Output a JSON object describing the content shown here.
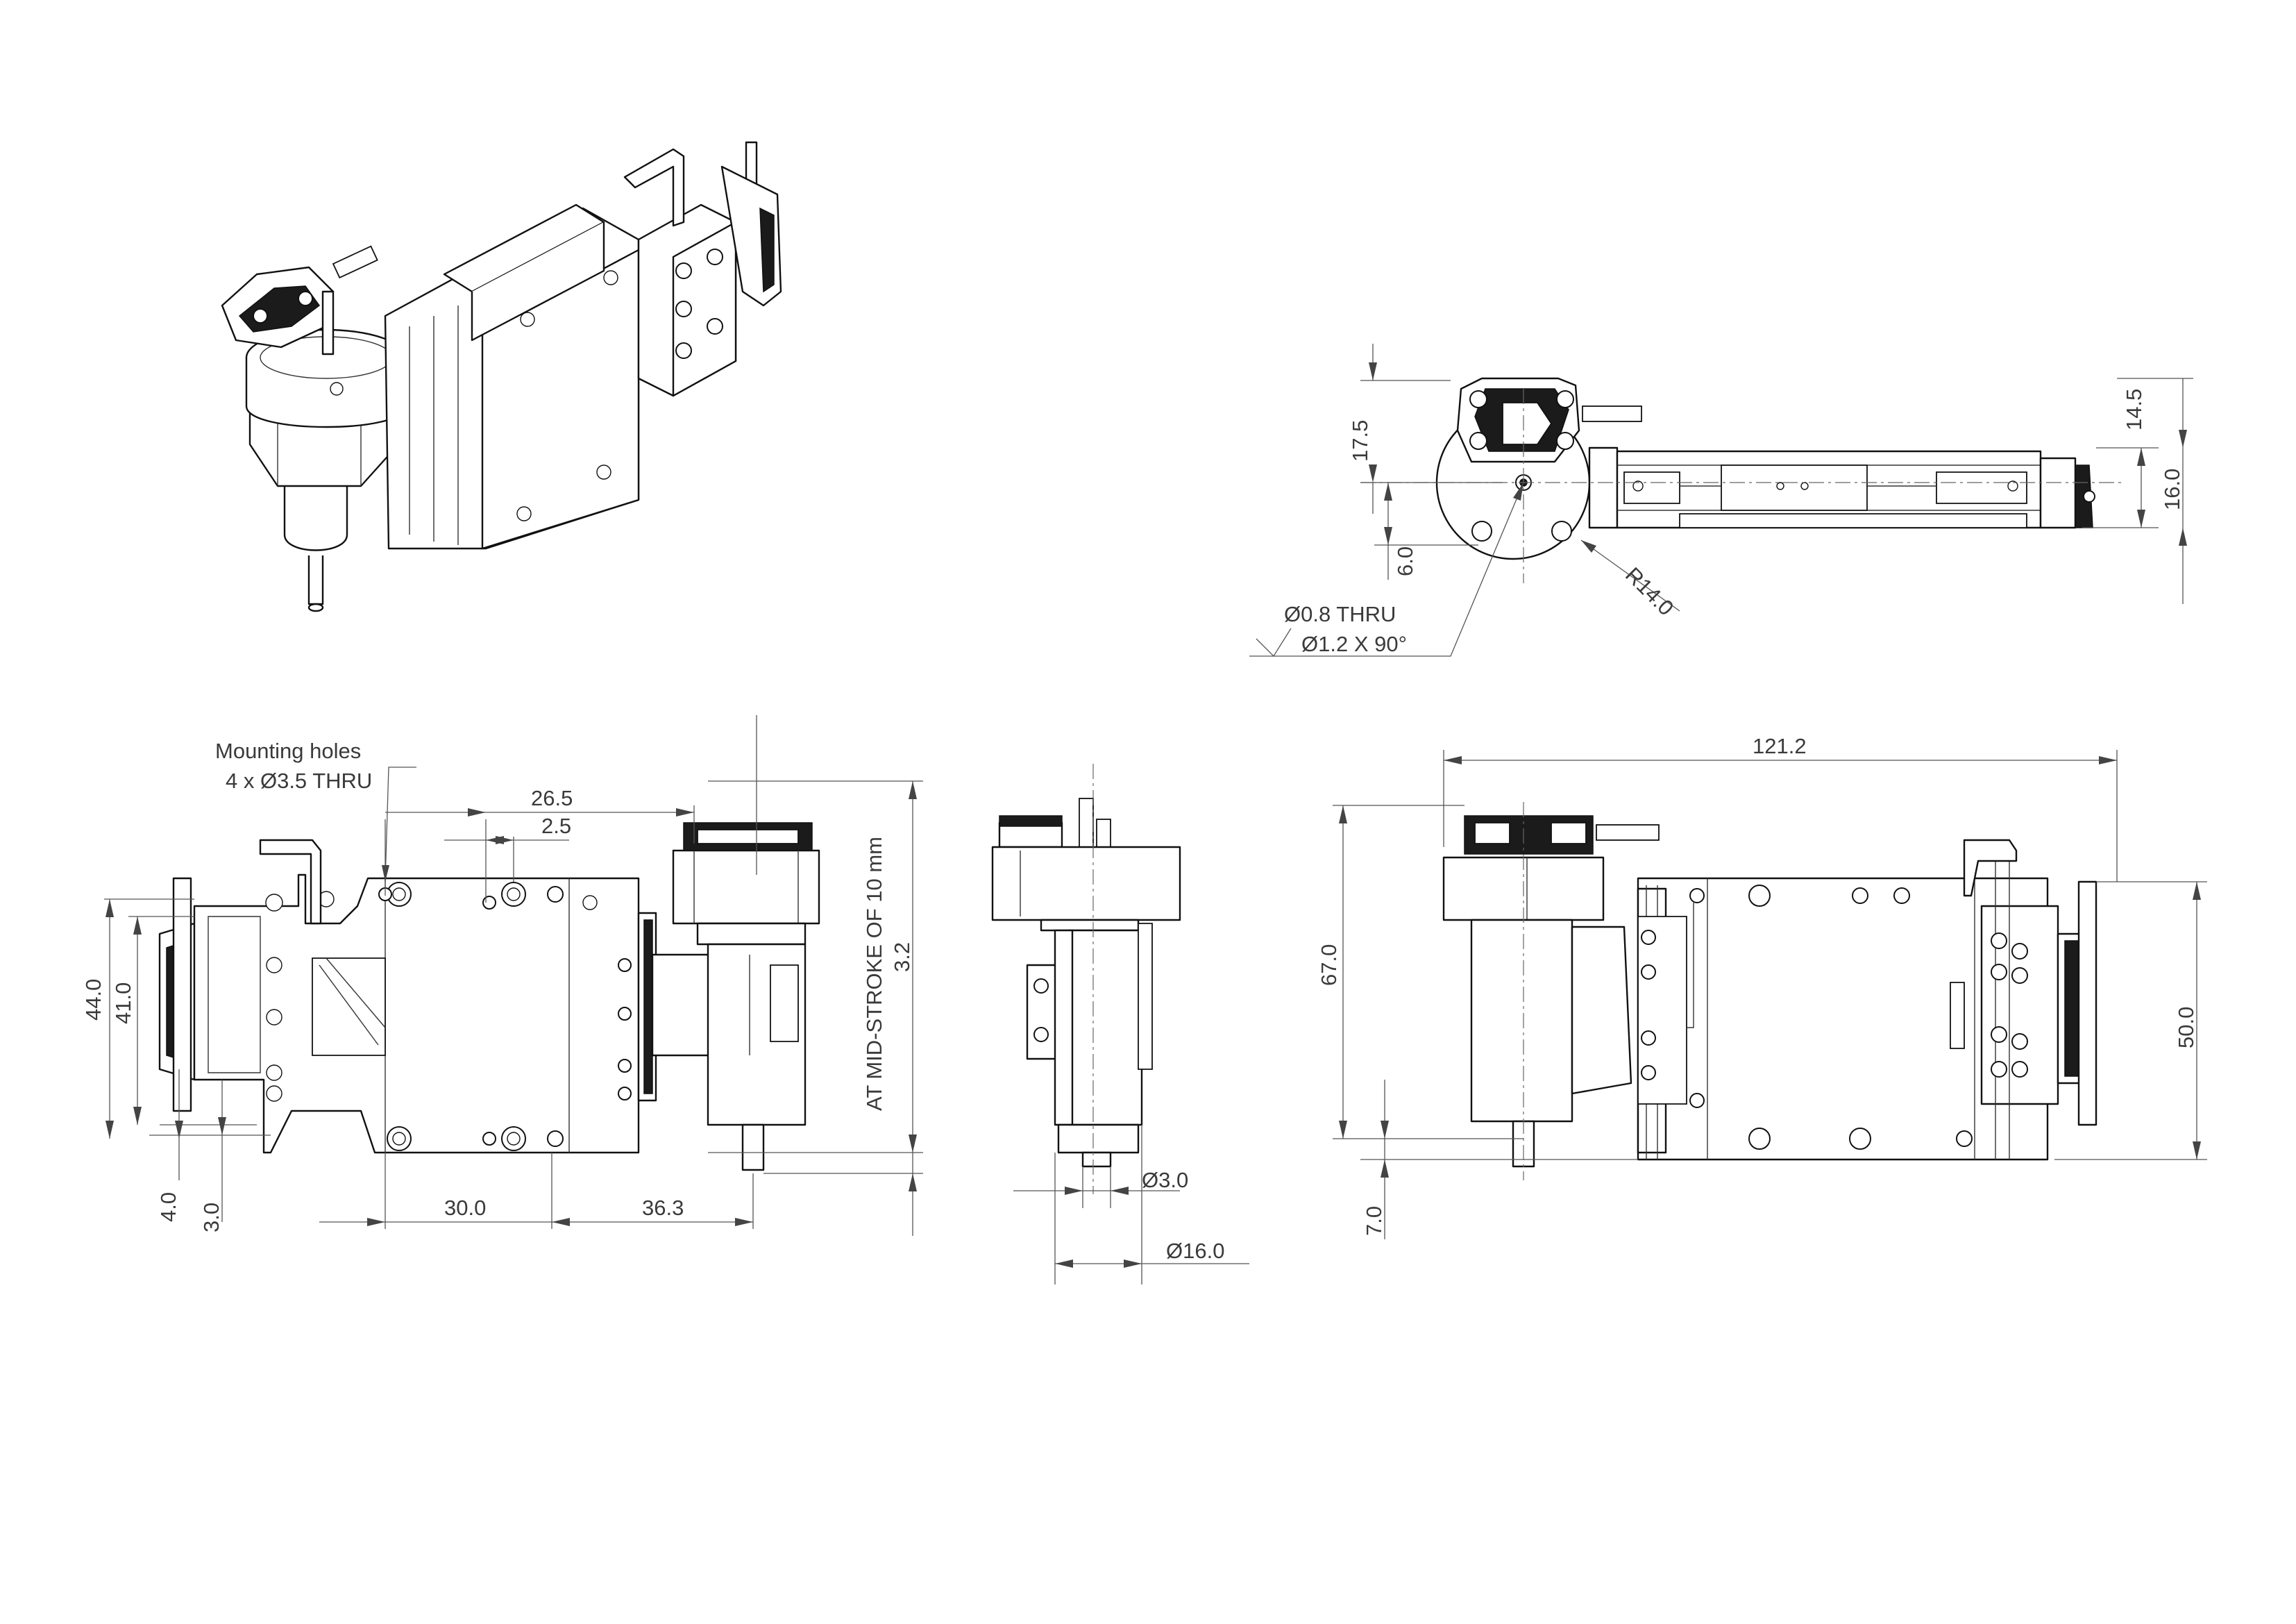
{
  "sheet": {
    "background": "#ffffff",
    "line_color": "#111111",
    "dimension_color": "#555555"
  },
  "notes": {
    "mounting_holes_title": "Mounting holes",
    "mounting_holes_spec": "4 x Ø3.5 THRU",
    "hole_thru": "Ø0.8 THRU",
    "hole_csk": "Ø1.2 X 90°",
    "stroke_note": "AT MID-STROKE OF 10 mm"
  },
  "dims": {
    "d17_5": "17.5",
    "d6_0": "6.0",
    "r14": "R14.0",
    "d14_5": "14.5",
    "d16_0_right": "16.0",
    "d26_5": "26.5",
    "d2_5": "2.5",
    "d44": "44.0",
    "d41": "41.0",
    "d4_0": "4.0",
    "d3_0_left": "3.0",
    "d30": "30.0",
    "d36_3": "36.3",
    "d3_2": "3.2",
    "dia3": "Ø3.0",
    "dia16": "Ø16.0",
    "d121_2": "121.2",
    "d67": "67.0",
    "d50": "50.0",
    "d7_0": "7.0"
  }
}
